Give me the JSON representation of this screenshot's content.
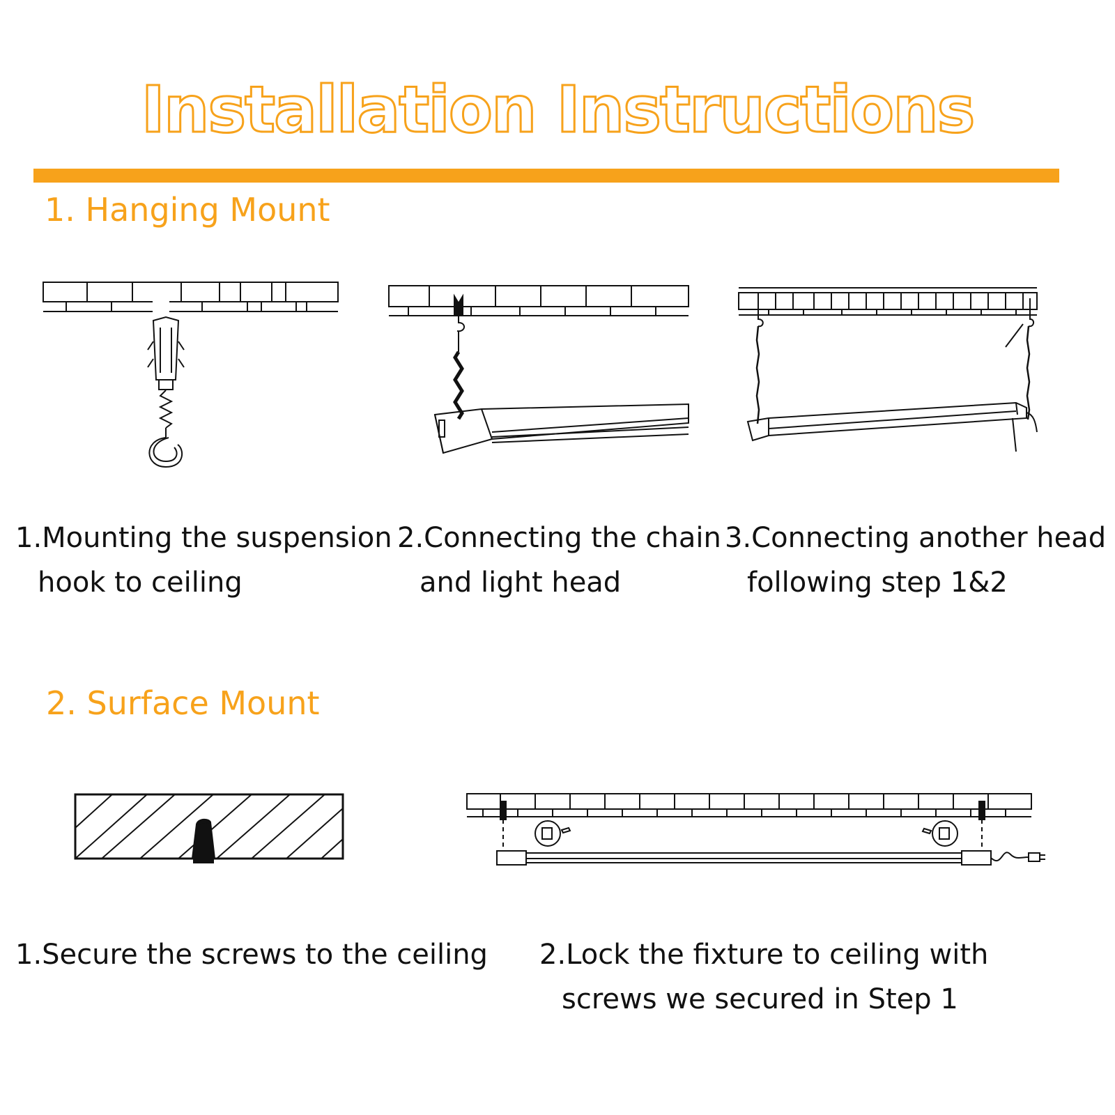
{
  "page": {
    "title": "Installation Instructions",
    "accent_color": "#f7a21b",
    "text_color": "#111111"
  },
  "sections": [
    {
      "heading": "1. Hanging Mount",
      "steps": [
        {
          "line1": "1.Mounting the suspension",
          "line2": "hook to ceiling",
          "icon": "anchor-and-hook-icon"
        },
        {
          "line1": "2.Connecting the chain",
          "line2": "and light head",
          "icon": "chain-light-head-icon"
        },
        {
          "line1": "3.Connecting another head",
          "line2": "following step 1&2",
          "icon": "hanging-fixture-icon"
        }
      ]
    },
    {
      "heading": "2. Surface Mount",
      "steps": [
        {
          "line1": "1.Secure the screws to the ceiling",
          "line2": "",
          "icon": "ceiling-screw-icon"
        },
        {
          "line1": "2.Lock the fixture to ceiling with",
          "line2": "screws we secured in Step 1",
          "icon": "surface-fixture-icon"
        }
      ]
    }
  ]
}
